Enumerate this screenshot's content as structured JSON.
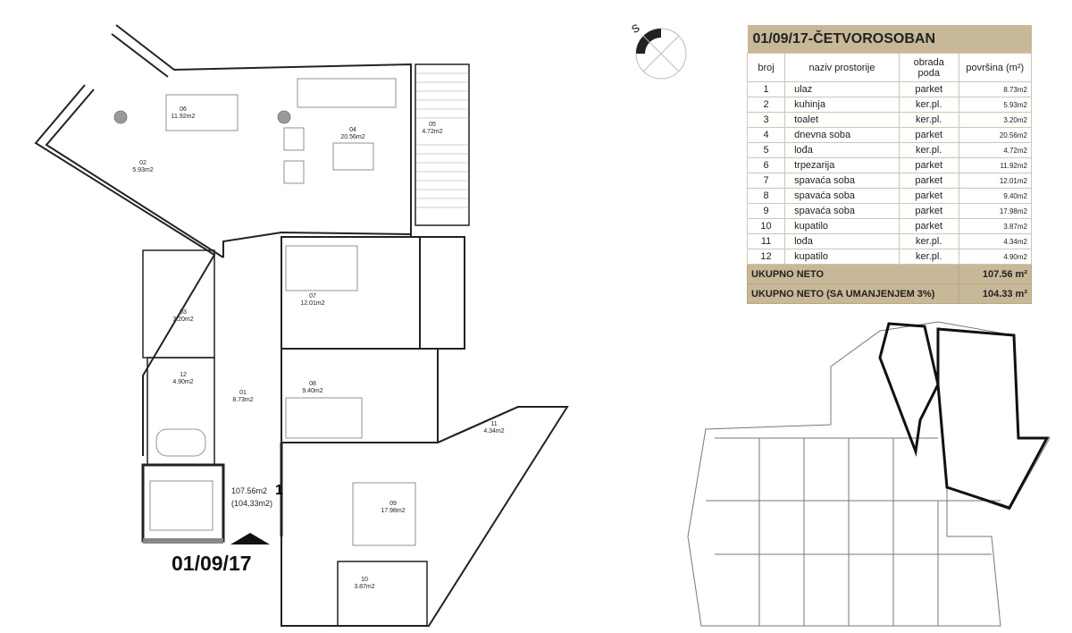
{
  "table": {
    "title": "01/09/17-ČETVOROSOBAN",
    "headers": {
      "number": "broj",
      "name": "naziv prostorije",
      "floor": "obrada\npoda",
      "area": "površina (m²)"
    },
    "rows": [
      {
        "no": "1",
        "name": "ulaz",
        "floor": "parket",
        "area": "8.73m2"
      },
      {
        "no": "2",
        "name": "kuhinja",
        "floor": "ker.pl.",
        "area": "5.93m2"
      },
      {
        "no": "3",
        "name": "toalet",
        "floor": "ker.pl.",
        "area": "3.20m2"
      },
      {
        "no": "4",
        "name": "dnevna soba",
        "floor": "parket",
        "area": "20.56m2"
      },
      {
        "no": "5",
        "name": "lođa",
        "floor": "ker.pl.",
        "area": "4.72m2"
      },
      {
        "no": "6",
        "name": "trpezarija",
        "floor": "parket",
        "area": "11.92m2"
      },
      {
        "no": "7",
        "name": "spavaća soba",
        "floor": "parket",
        "area": "12.01m2"
      },
      {
        "no": "8",
        "name": "spavaća soba",
        "floor": "parket",
        "area": "9.40m2"
      },
      {
        "no": "9",
        "name": "spavaća soba",
        "floor": "parket",
        "area": "17.98m2"
      },
      {
        "no": "10",
        "name": "kupatilo",
        "floor": "parket",
        "area": "3.87m2"
      },
      {
        "no": "11",
        "name": "lođa",
        "floor": "ker.pl.",
        "area": "4.34m2"
      },
      {
        "no": "12",
        "name": "kupatilo",
        "floor": "ker.pl.",
        "area": "4.90m2"
      }
    ],
    "total_label": "UKUPNO NETO",
    "total_value": "107.56 m²",
    "reduced_label": "UKUPNO NETO (SA UMANJENJEM 3%)",
    "reduced_value": "104.33 m²",
    "accent_color": "#c7b898"
  },
  "compass": {
    "label": "S"
  },
  "plan": {
    "apartment_id": "01/09/17",
    "area_net": "107.56m2",
    "area_reduced": "(104,33m2)",
    "entrance_mark": "1",
    "rooms": [
      {
        "no": "01",
        "area": "8.73m2"
      },
      {
        "no": "02",
        "area": "5.93m2"
      },
      {
        "no": "03",
        "area": "3.20m2"
      },
      {
        "no": "04",
        "area": "20.56m2"
      },
      {
        "no": "05",
        "area": "4.72m2"
      },
      {
        "no": "06",
        "area": "11.92m2"
      },
      {
        "no": "07",
        "area": "12.01m2"
      },
      {
        "no": "08",
        "area": "9.40m2"
      },
      {
        "no": "09",
        "area": "17.98m2"
      },
      {
        "no": "10",
        "area": "3.87m2"
      },
      {
        "no": "11",
        "area": "4.34m2"
      },
      {
        "no": "12",
        "area": "4.90m2"
      }
    ]
  }
}
